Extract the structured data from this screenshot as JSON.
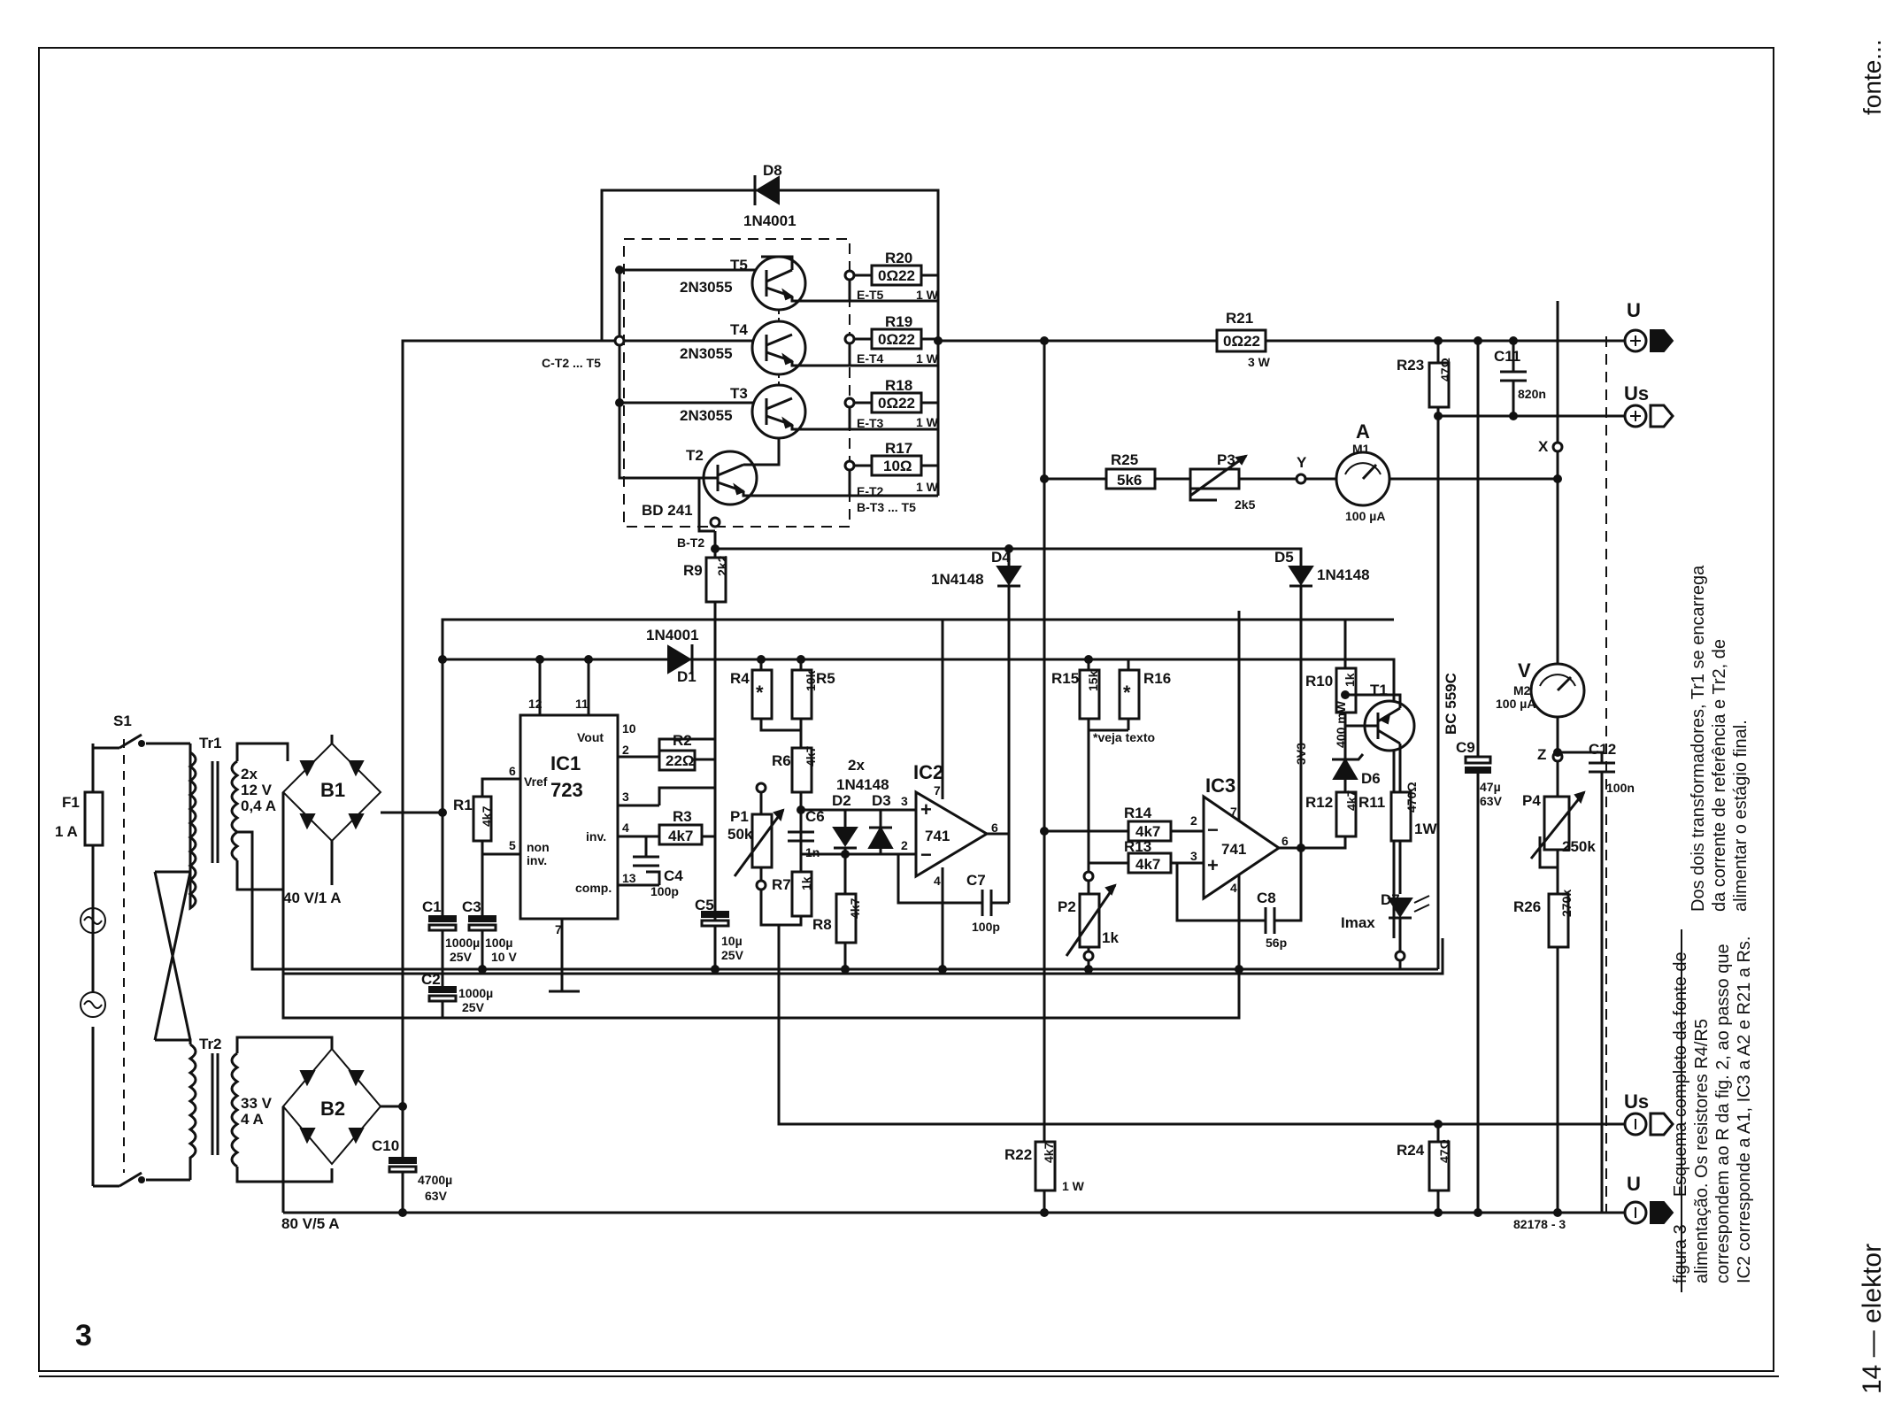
{
  "figure_number": "3",
  "header": {
    "section": "fonte..."
  },
  "footer": {
    "page": "14 — elektor",
    "figure_code": "82178 - 3"
  },
  "caption": {
    "lines": [
      "figura 3 — Esquema completo da fonte de",
      "alimentação. Os resistores R4/R5",
      "correspondem ao R da fig. 2, ao passo que",
      "IC2 corresponde a A1, IC3 a A2 e R21 a Rs."
    ]
  },
  "note": {
    "lines": [
      "Dos dois transformadores, Tr1 se encarrega",
      "da corrente de referência e Tr2, de",
      "alimentar o estágio final."
    ]
  },
  "components": {
    "S1": "S1",
    "F1": "F1",
    "F1_value": "1 A",
    "Tr1": "Tr1",
    "Tr1_value1": "2x",
    "Tr1_value2": "12 V",
    "Tr1_value3": "0,4 A",
    "Tr2": "Tr2",
    "Tr2_value1": "33 V",
    "Tr2_value2": "4 A",
    "B1": "B1",
    "B1_rating": "40 V/1 A",
    "B2": "B2",
    "B2_rating": "80 V/5 A",
    "C1": "C1",
    "C1_value1": "1000µ",
    "C1_value2": "25V",
    "C2": "C2",
    "C2_value1": "1000µ",
    "C2_value2": "25V",
    "C3": "C3",
    "C3_value1": "100µ",
    "C3_value2": "10 V",
    "C4": "C4",
    "C4_value": "100p",
    "C5": "C5",
    "C5_value1": "10µ",
    "C5_value2": "25V",
    "C6": "C6",
    "C6_value": "1n",
    "C7": "C7",
    "C7_value": "100p",
    "C8": "C8",
    "C8_value": "56p",
    "C9": "C9",
    "C9_value1": "47µ",
    "C9_value2": "63V",
    "C10": "C10",
    "C10_value1": "4700µ",
    "C10_value2": "63V",
    "C11": "C11",
    "C11_value": "820n",
    "C12": "C12",
    "C12_value": "100n",
    "R1": "R1",
    "R1_value": "4k7",
    "R2": "R2",
    "R2_value": "22Ω",
    "R3": "R3",
    "R3_value": "4k7",
    "R4": "R4",
    "R4_value": "*",
    "R5": "R5",
    "R5_value": "10k",
    "R6": "R6",
    "R6_value": "4k7",
    "R7": "R7",
    "R7_value": "1k",
    "R8": "R8",
    "R8_value": "4k7",
    "R9": "R9",
    "R9_value": "2k2",
    "R10": "R10",
    "R10_value": "1k",
    "R11": "R11",
    "R11_value": "470Ω",
    "R11_power": "1W",
    "R12": "R12",
    "R12_value": "4k7",
    "R13": "R13",
    "R13_value": "4k7",
    "R14": "R14",
    "R14_value": "4k7",
    "R15": "R15",
    "R15_value": "15k",
    "R16": "R16",
    "R16_value": "*",
    "R16_note": "*veja texto",
    "R17": "R17",
    "R17_value": "10Ω",
    "R17_power": "1 W",
    "R18": "R18",
    "R18_value": "0Ω22",
    "R18_power": "1 W",
    "R19": "R19",
    "R19_value": "0Ω22",
    "R19_power": "1 W",
    "R20": "R20",
    "R20_value": "0Ω22",
    "R20_power": "1 W",
    "R21": "R21",
    "R21_value": "0Ω22",
    "R21_power": "3 W",
    "R22": "R22",
    "R22_value": "4k7",
    "R22_power": "1 W",
    "R23": "R23",
    "R23_value": "47Ω",
    "R24": "R24",
    "R24_value": "47Ω",
    "R25": "R25",
    "R25_value": "5k6",
    "R26": "R26",
    "R26_value": "270k",
    "P1": "P1",
    "P1_value": "50k",
    "P2": "P2",
    "P2_value": "1k",
    "P3": "P3",
    "P3_value": "2k5",
    "P4": "P4",
    "P4_value": "250k",
    "D1": "D1",
    "D1_type": "1N4001",
    "D2": "D2",
    "D3": "D3",
    "D2D3_count": "2x",
    "D2D3_type": "1N4148",
    "D4": "D4",
    "D4_type": "1N4148",
    "D5": "D5",
    "D5_type": "1N4148",
    "D6": "D6",
    "D6_value1": "3V3",
    "D6_value2": "400 mW",
    "D7": "D7",
    "D7_label": "Imax",
    "D8": "D8",
    "D8_type": "1N4001",
    "T1": "T1",
    "T1_type": "BC 559C",
    "T2": "T2",
    "T2_type": "BD 241",
    "T3": "T3",
    "T3_type": "2N3055",
    "T4": "T4",
    "T4_type": "2N3055",
    "T5": "T5",
    "T5_type": "2N3055",
    "IC1": "IC1",
    "IC1_type": "723",
    "IC1_vout": "Vout",
    "IC1_vref": "Vref",
    "IC1_noninv1": "non",
    "IC1_noninv2": "inv.",
    "IC1_inv": "inv.",
    "IC1_comp": "comp.",
    "IC1_pin12": "12",
    "IC1_pin11": "11",
    "IC1_pin10": "10",
    "IC1_pin2": "2",
    "IC1_pin3": "3",
    "IC1_pin4": "4",
    "IC1_pin13": "13",
    "IC1_pin6": "6",
    "IC1_pin5": "5",
    "IC1_pin7": "7",
    "IC2": "IC2",
    "IC2_type": "741",
    "IC3": "IC3",
    "IC3_type": "741",
    "op_plus": "+",
    "op_minus": "−",
    "M1": "M1",
    "M1_letter": "A",
    "M1_value": "100 µA",
    "M2": "M2",
    "M2_letter": "V",
    "M2_value": "100 µA",
    "term_U": "U",
    "term_Us": "Us",
    "node_X": "X",
    "node_Y": "Y",
    "node_Z": "Z",
    "node_CT2": "C-T2 ... T5",
    "node_BT2": "B-T2",
    "node_ET2": "E-T2",
    "node_BT3": "B-T3 ... T5",
    "node_ET3": "E-T3",
    "node_ET4": "E-T4",
    "node_ET5": "E-T5",
    "pin_3": "3",
    "pin_2": "2",
    "pin_6": "6",
    "pin_7": "7",
    "pin_4": "4"
  }
}
